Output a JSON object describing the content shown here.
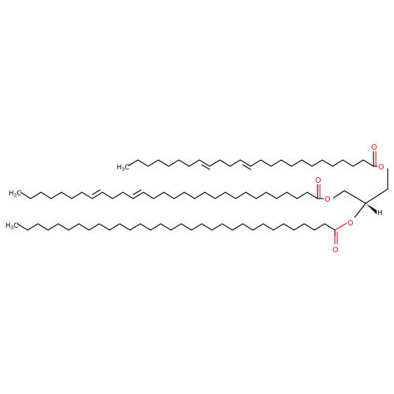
{
  "atoms": {
    "oxygen": "O",
    "hydrogen": "H",
    "methyl": "H",
    "methyl_carbon": "C",
    "methyl_subscript": "3"
  },
  "colors": {
    "bond": "#000000",
    "oxygen": "#e0101a",
    "background": "#ffffff"
  }
}
